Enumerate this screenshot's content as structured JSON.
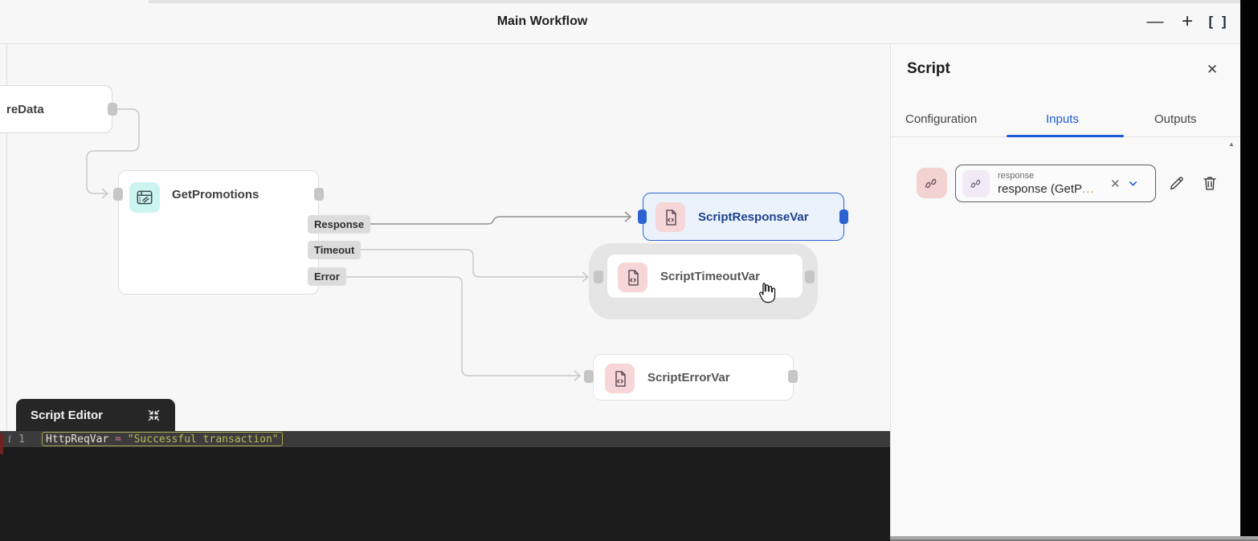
{
  "titlebar": {
    "title": "Main Workflow",
    "minimize_glyph": "—",
    "zoom_in_glyph": "+",
    "maximize_glyph": "[ ]"
  },
  "canvas": {
    "nodes": {
      "partial": {
        "label": "reData"
      },
      "get_promotions": {
        "label": "GetPromotions",
        "outputs": [
          "Response",
          "Timeout",
          "Error"
        ]
      },
      "response_var": {
        "label": "ScriptResponseVar"
      },
      "timeout_var": {
        "label": "ScriptTimeoutVar"
      },
      "error_var": {
        "label": "ScriptErrorVar"
      }
    }
  },
  "script_editor": {
    "title": "Script Editor",
    "gutter_info_glyph": "i",
    "line_number": "1",
    "code": {
      "variable": "HttpReqVar",
      "operator": " = ",
      "string": "\"Successful transaction\""
    }
  },
  "panel": {
    "title": "Script",
    "close_glyph": "✕",
    "tabs": [
      {
        "label": "Configuration"
      },
      {
        "label": "Inputs"
      },
      {
        "label": "Outputs"
      }
    ],
    "active_tab": "Inputs",
    "scroll_up_glyph": "▲",
    "input_row": {
      "field_label": "response",
      "value_text": "response (GetP",
      "value_ellipsis": "...",
      "clear_glyph": "✕"
    }
  },
  "colors": {
    "accent_blue": "#1d5bd8",
    "node_selected_border": "#2b63d0",
    "node_selected_bg": "#ebf2fc",
    "pink_icon_bg": "#f6d6d6",
    "cyan_icon_bg": "#ccf4f0",
    "lavender_icon_bg": "#f2e9f7",
    "label_chip_bg": "#dcdcdc",
    "editor_bg": "#1c1c1c",
    "gutter_bg": "#3b3b3b",
    "code_string": "#b9b95a",
    "code_operator": "#d173a1",
    "hover_halo": "#e5e5e5"
  }
}
